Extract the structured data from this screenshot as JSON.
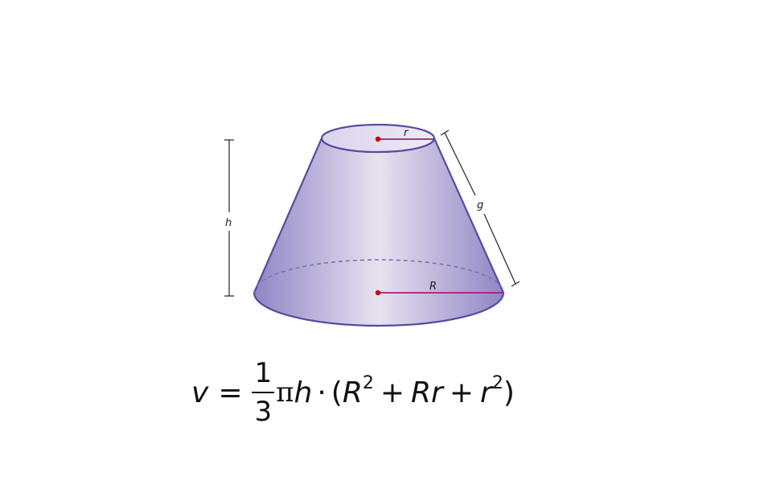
{
  "labels": {
    "small_radius": "r",
    "large_radius": "R",
    "height": "h",
    "slant_height": "g"
  },
  "formula": {
    "lhs": "v",
    "equals": "=",
    "frac_num": "1",
    "frac_den": "3",
    "pi": "π",
    "h": "h",
    "cdot": "·",
    "open": "(",
    "R1": "R",
    "exp1": "2",
    "plus1": "+",
    "Rr": "Rr",
    "plus2": "+",
    "r2": "r",
    "exp2": "2",
    "close": ")"
  },
  "colors": {
    "frustum_fill": "#b8b2da",
    "frustum_edge": "#5a4a9e",
    "radius_line": "#a0207a",
    "center_dot": "#cc0000",
    "dimension_line": "#222222"
  }
}
